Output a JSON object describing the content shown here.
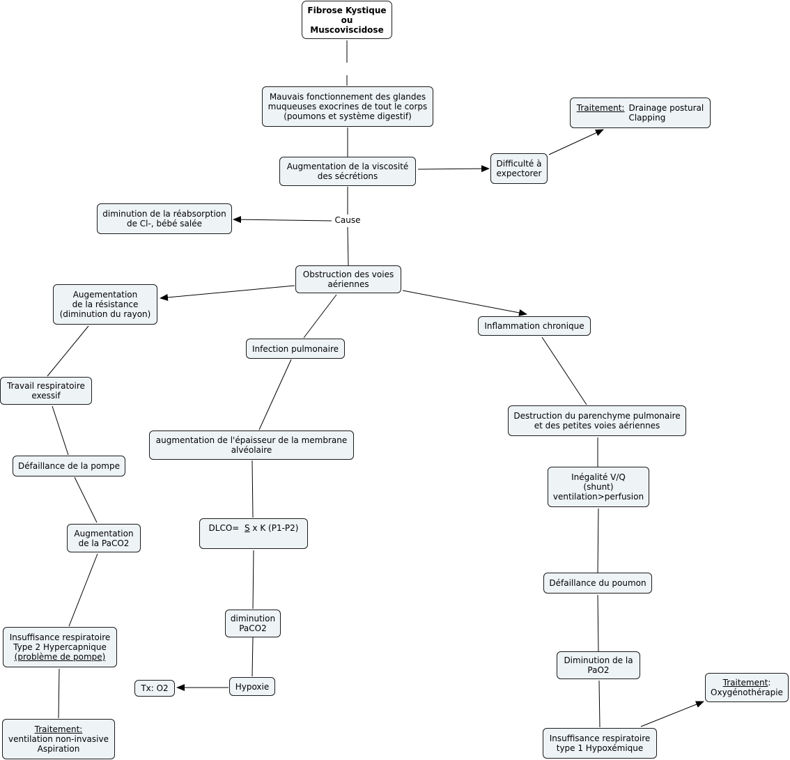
{
  "root": {
    "line1": "Fibrose Kystique",
    "line2": "ou",
    "line3": "Muscoviscidose"
  },
  "glandes": {
    "line1": "Mauvais fonctionnement des glandes",
    "line2": "muqueuses exocrines de tout le corps",
    "line3": "(poumons et système digestif)"
  },
  "viscosite": {
    "line1": "Augmentation de la viscosité",
    "line2": "des sécrétions"
  },
  "expectorer": {
    "line1": "Difficulté à",
    "line2": "expectorer"
  },
  "traitement_drainage": {
    "label": "Traitement:",
    "line1": "Drainage postural",
    "line2": "Clapping"
  },
  "cause_label": "Cause",
  "reabsorption": {
    "line1": "diminution de la réabsorption",
    "line2": "de Cl-, bébé salée"
  },
  "obstruction": {
    "line1": "Obstruction des voies",
    "line2": "aériennes"
  },
  "resistance": {
    "line1": "Augementation",
    "line2": "de la résistance",
    "line3": "(diminution du rayon)"
  },
  "infection": {
    "line1": "Infection pulmonaire"
  },
  "inflammation": {
    "line1": "Inflammation chronique"
  },
  "travail": {
    "line1": "Travail respiratoire",
    "line2": "exessif"
  },
  "defaillance_pompe": {
    "line1": "Défaillance de la pompe"
  },
  "paco2_aug": {
    "line1": "Augmentation",
    "line2": "de la PaCO2"
  },
  "type2": {
    "line1": "Insuffisance respiratoire",
    "line2": "Type 2 Hypercapnique",
    "line3": "(problème de pompe)"
  },
  "traitement_vni": {
    "label": "Traitement:",
    "line1": "ventilation non-invasive",
    "line2": "Aspiration"
  },
  "membrane": {
    "line1": "augmentation de l'épaisseur de la membrane",
    "line2": "alvéolaire"
  },
  "dlco": {
    "prefix": "DLCO=",
    "s": "S",
    "rest": "x K (P1-P2)"
  },
  "paco2_dim": {
    "line1": "diminution",
    "line2": "PaCO2"
  },
  "hypoxie": {
    "line1": "Hypoxie"
  },
  "tx_o2": {
    "line1": "Tx: O2"
  },
  "destruction": {
    "line1": "Destruction du parenchyme pulmonaire",
    "line2": "et des petites voies aériennes"
  },
  "vq": {
    "line1": "Inégalité V/Q",
    "line2": "(shunt)",
    "line3": "ventilation>perfusion"
  },
  "defaillance_poumon": {
    "line1": "Défaillance du poumon"
  },
  "pao2": {
    "line1": "Diminution de la",
    "line2": "PaO2"
  },
  "type1": {
    "line1": "Insuffisance respiratoire",
    "line2": "type 1 Hypoxémique"
  },
  "traitement_o2": {
    "label": "Traitement",
    "colon": ":",
    "line1": "Oxygénothérapie"
  }
}
